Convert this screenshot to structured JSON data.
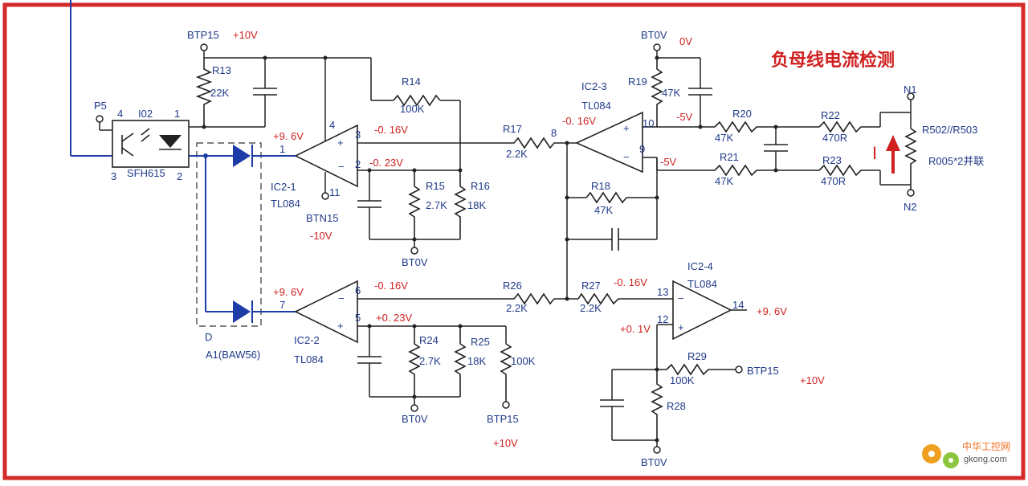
{
  "title": "负母线电流检测",
  "colors": {
    "border": "#d42a2a",
    "label": "#1f3a8a",
    "voltage": "#d02020",
    "wire": "#222222",
    "diode": "#1d3ca8"
  },
  "labels": {
    "btp15_top": "BTP15",
    "btp15_top_v": "+10V",
    "r13": "R13",
    "r13_v": "22K",
    "p5": "P5",
    "io2_pin4": "4",
    "io2": "I02",
    "io2_pin1": "1",
    "io2_pin3": "3",
    "io2_part": "SFH615",
    "io2_pin2": "2",
    "r14": "R14",
    "r14_v": "100K",
    "ic21_pin4": "4",
    "ic21_pin1": "1",
    "ic21_pin3": "3",
    "ic21_pin2": "2",
    "ic21_pin11": "11",
    "ic21_vcc": "+9. 6V",
    "ic21_in3_v": "-0. 16V",
    "ic21_in2_v": "-0. 23V",
    "ic21": "IC2-1",
    "ic21_part": "TL084",
    "btn15": "BTN15",
    "btn15_v": "-10V",
    "r15": "R15",
    "r15_v": "2.7K",
    "r16": "R16",
    "r16_v": "18K",
    "bt0v_1": "BT0V",
    "r17": "R17",
    "r17_v": "2.2K",
    "ic23_pin8": "8",
    "ic23_in_v": "-0. 16V",
    "ic23": "IC2-3",
    "ic23_part": "TL084",
    "bt0v_top": "BT0V",
    "bt0v_top_v": "0V",
    "r19": "R19",
    "r19_v": "47K",
    "ic23_pin10": "10",
    "ic23_pin9": "9",
    "ic23_p10_v": "-5V",
    "ic23_p9_v": "-5V",
    "r18": "R18",
    "r18_v": "47K",
    "r20": "R20",
    "r20_v": "47K",
    "r21": "R21",
    "r21_v": "47K",
    "r22": "R22",
    "r22_v": "470R",
    "r23": "R23",
    "r23_v": "470R",
    "n1": "N1",
    "n2": "N2",
    "current": "I",
    "r502": "R502//R503",
    "r005": "R005*2并联",
    "d_label": "D",
    "a1_label": "A1(BAW56)",
    "ic22_vcc": "+9. 6V",
    "ic22_pin7": "7",
    "ic22_pin6": "6",
    "ic22_pin5": "5",
    "ic22_in6_v": "-0. 16V",
    "ic22_in5_v": "+0. 23V",
    "ic22": "IC2-2",
    "ic22_part": "TL084",
    "r24": "R24",
    "r24_v": "2.7K",
    "r25": "R25",
    "r25_v": "18K",
    "r100k": "100K",
    "bt0v_2": "BT0V",
    "btp15_2": "BTP15",
    "btp15_2_v": "+10V",
    "r26": "R26",
    "r26_v": "2.2K",
    "r27": "R27",
    "r27_v": "2.2K",
    "r27_node_v": "-0. 16V",
    "ic24": "IC2-4",
    "ic24_part": "TL084",
    "ic24_pin13": "13",
    "ic24_pin12": "12",
    "ic24_pin14": "14",
    "ic24_out_v": "+9. 6V",
    "ic24_p12_v": "+0. 1V",
    "r29": "R29",
    "r29_v": "100K",
    "btp15_3": "BTP15",
    "btp15_3_v": "+10V",
    "r28": "R28",
    "bt0v_3": "BT0V"
  },
  "watermark": {
    "site": "中华工控网",
    "url": "gkong.com"
  }
}
